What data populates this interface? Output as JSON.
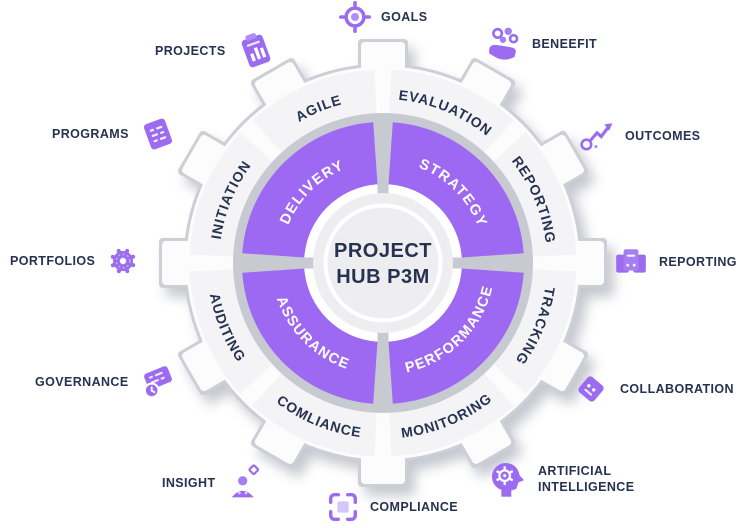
{
  "center": {
    "line1": "PROJECT",
    "line2": "HUB P3M"
  },
  "inner_ring": {
    "quadrants": [
      {
        "label": "DELIVERY"
      },
      {
        "label": "STRATEGY"
      },
      {
        "label": "ASSURANCE"
      },
      {
        "label": "PERFORMANCE"
      }
    ]
  },
  "outer_ring": {
    "segments": [
      {
        "label": "AGILE"
      },
      {
        "label": "EVALUATION"
      },
      {
        "label": "REPORTING"
      },
      {
        "label": "TRACKING"
      },
      {
        "label": "MONITORING"
      },
      {
        "label": "COMLIANCE"
      },
      {
        "label": "AUDITING"
      },
      {
        "label": "INITIATION"
      }
    ]
  },
  "legend": [
    {
      "label": "GOALS",
      "icon": "target-icon"
    },
    {
      "label": "PROJECTS",
      "icon": "clipboard-chart-icon"
    },
    {
      "label": "BENEEFIT",
      "icon": "hand-coins-icon"
    },
    {
      "label": "PROGRAMS",
      "icon": "notepad-icon"
    },
    {
      "label": "OUTCOMES",
      "icon": "chart-up-icon"
    },
    {
      "label": "PORTFOLIOS",
      "icon": "gear-icon"
    },
    {
      "label": "REPORTING",
      "icon": "report-docs-icon"
    },
    {
      "label": "GOVERNANCE",
      "icon": "clipboard-clock-icon"
    },
    {
      "label": "COLLABORATION",
      "icon": "chat-card-icon"
    },
    {
      "label": "INSIGHT",
      "icon": "person-idea-icon"
    },
    {
      "label": "ARTIFICIAL INTELLIGENCE",
      "icon": "ai-head-icon"
    },
    {
      "label": "COMPLIANCE",
      "icon": "frame-icon"
    }
  ],
  "colors": {
    "purple_ring": "#9D68F2",
    "icon_purple": "#9B6CF0",
    "icon_purple_light": "#A47FF2",
    "navy_text": "#26324F",
    "ring_gray": "#C8CAD1",
    "segment_fill": "#F4F4F7",
    "center_gray": "#EEEEF1"
  }
}
